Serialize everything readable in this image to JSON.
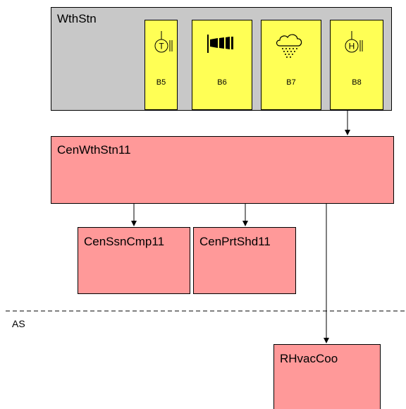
{
  "station": {
    "title": "WthStn",
    "sensors": [
      {
        "label": "B5",
        "icon": "thermometer-icon"
      },
      {
        "label": "B6",
        "icon": "windsock-icon"
      },
      {
        "label": "B7",
        "icon": "rain-cloud-icon"
      },
      {
        "label": "B8",
        "icon": "humidity-sensor-icon"
      }
    ]
  },
  "central": {
    "title": "CenWthStn11"
  },
  "children": [
    {
      "title": "CenSsnCmp11"
    },
    {
      "title": "CenPrtShd11"
    }
  ],
  "separator": {
    "label": "AS"
  },
  "remote": {
    "title": "RHvacCoo"
  },
  "colors": {
    "station_bg": "#c8c8c8",
    "sensor_bg": "#ffff55",
    "block_bg": "#ff9999"
  }
}
